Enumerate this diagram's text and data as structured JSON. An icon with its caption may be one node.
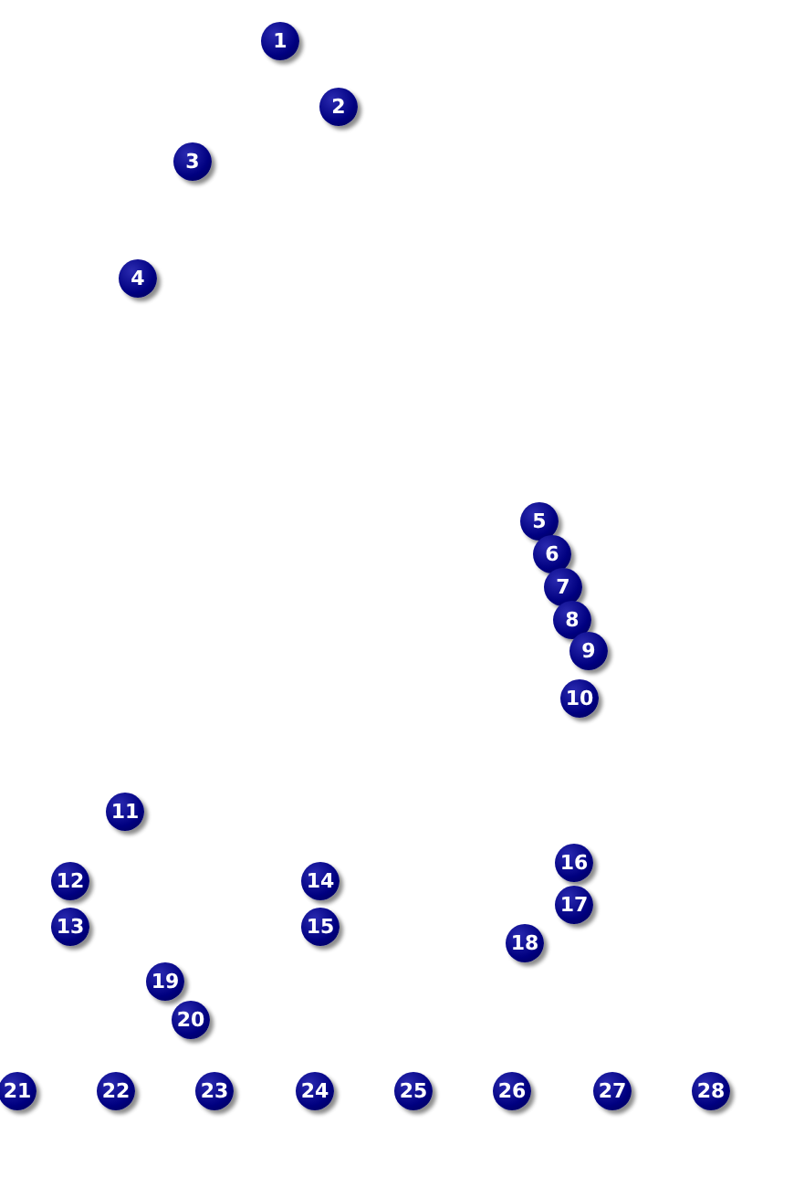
{
  "diagram": {
    "nodes": [
      {
        "text": [
          "1"
        ]
      },
      {
        "text": [
          "2"
        ]
      },
      {
        "text": [
          "3"
        ]
      },
      {
        "text": [
          "4"
        ]
      },
      {
        "text": [
          "5"
        ]
      },
      {
        "text": [
          "6"
        ]
      },
      {
        "text": [
          "7"
        ]
      },
      {
        "text": [
          "8"
        ]
      },
      {
        "text": [
          "9"
        ]
      },
      {
        "text": [
          "10"
        ]
      },
      {
        "text": [
          "11"
        ]
      },
      {
        "text": [
          "12"
        ]
      },
      {
        "text": [
          "13"
        ]
      },
      {
        "text": [
          "14"
        ]
      },
      {
        "text": [
          "15"
        ]
      },
      {
        "text": [
          "16"
        ]
      },
      {
        "text": [
          "17"
        ]
      },
      {
        "text": [
          "18"
        ]
      },
      {
        "text": [
          "19"
        ]
      },
      {
        "text": [
          "20"
        ]
      },
      {
        "text": [
          "21"
        ]
      },
      {
        "text": [
          "22"
        ]
      },
      {
        "text": [
          "23"
        ]
      },
      {
        "text": [
          "24"
        ]
      },
      {
        "text": [
          "25"
        ]
      },
      {
        "text": [
          "26"
        ]
      },
      {
        "text": [
          "27"
        ]
      },
      {
        "text": [
          "28"
        ]
      }
    ]
  }
}
